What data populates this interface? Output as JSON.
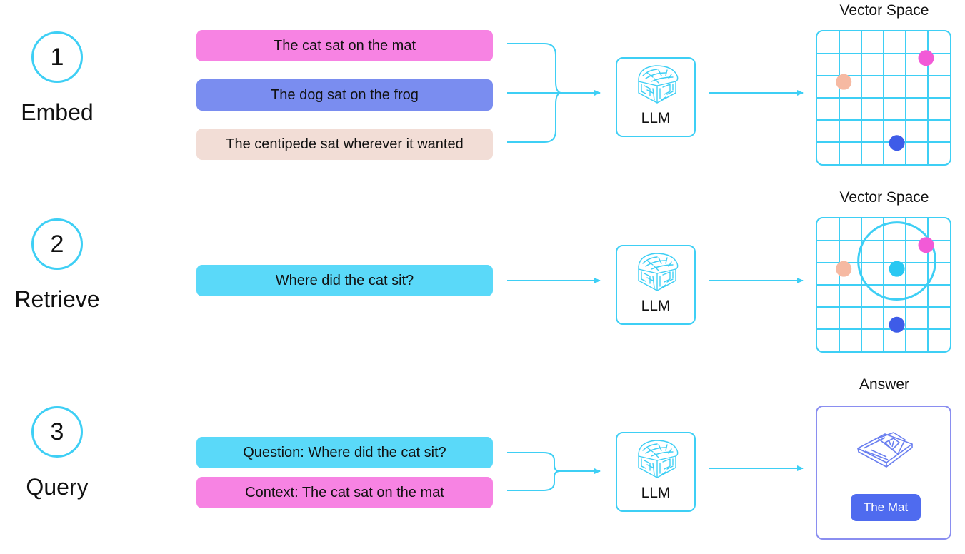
{
  "steps": [
    {
      "number": "1",
      "label": "Embed",
      "inputs": [
        {
          "text": "The cat sat on the mat",
          "color": "#f783e3"
        },
        {
          "text": "The dog sat on the frog",
          "color": "#7a8df0"
        },
        {
          "text": "The centipede sat wherever it wanted",
          "color": "#f2ddd6"
        }
      ],
      "model_label": "LLM",
      "output_title": "Vector Space",
      "points": [
        {
          "x": 0.82,
          "y": 0.2,
          "color": "#f25ad7"
        },
        {
          "x": 0.2,
          "y": 0.38,
          "color": "#f6b9a2"
        },
        {
          "x": 0.6,
          "y": 0.84,
          "color": "#3e5ce8"
        }
      ]
    },
    {
      "number": "2",
      "label": "Retrieve",
      "inputs": [
        {
          "text": "Where did the cat sit?",
          "color": "#5ad9f9"
        }
      ],
      "model_label": "LLM",
      "output_title": "Vector Space",
      "points": [
        {
          "x": 0.82,
          "y": 0.2,
          "color": "#f25ad7"
        },
        {
          "x": 0.2,
          "y": 0.38,
          "color": "#f6b9a2"
        },
        {
          "x": 0.6,
          "y": 0.38,
          "color": "#2ac8f2"
        },
        {
          "x": 0.6,
          "y": 0.8,
          "color": "#3e5ce8"
        }
      ]
    },
    {
      "number": "3",
      "label": "Query",
      "inputs": [
        {
          "text": "Question: Where did the cat sit?",
          "color": "#5ad9f9"
        },
        {
          "text": "Context: The cat sat on the mat",
          "color": "#f783e3"
        }
      ],
      "model_label": "LLM",
      "output_title": "Answer",
      "answer": "The Mat"
    }
  ],
  "colors": {
    "accent": "#3ecff5",
    "answer_border": "#8a8ef0",
    "answer_button": "#4f6bef"
  },
  "icons": {
    "model": "brain-cube-icon",
    "answer": "mat-icon"
  }
}
